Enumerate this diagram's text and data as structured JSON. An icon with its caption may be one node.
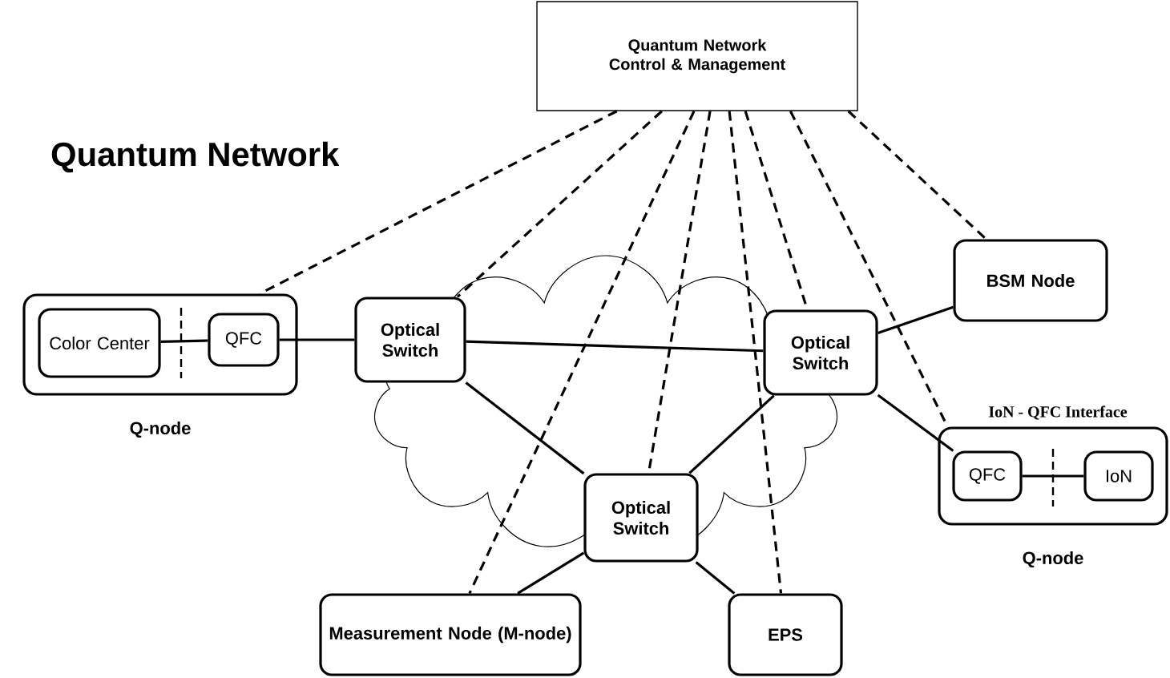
{
  "diagram": {
    "title": "Quantum Network",
    "nodes": [
      {
        "text": [
          "Quantum Network Control & Management"
        ]
      },
      {
        "text": [],
        "shape": "box",
        "beside": [
          "Q-node"
        ]
      },
      {
        "text": [
          "Color Center"
        ],
        "in": 1
      },
      {
        "text": [
          "QFC"
        ],
        "in": 1
      },
      {
        "text": [
          "Optical Switch"
        ]
      },
      {
        "text": [
          "Optical Switch"
        ]
      },
      {
        "text": [
          "Optical Switch"
        ]
      },
      {
        "text": [
          "BSM Node"
        ]
      },
      {
        "text": [
          "IoN - QFC Interface"
        ],
        "beside": [
          "Q-node"
        ]
      },
      {
        "text": [
          "QFC"
        ],
        "in": 8
      },
      {
        "text": [
          "IoN"
        ],
        "in": 8
      },
      {
        "text": [
          "Measurement Node (M-node)"
        ]
      },
      {
        "text": [
          "EPS"
        ]
      }
    ],
    "edges": [
      {
        "from": 2,
        "to": 3,
        "arrow": "none"
      },
      {
        "from": 3,
        "to": 4,
        "arrow": "none"
      },
      {
        "from": 4,
        "to": 5,
        "arrow": "none"
      },
      {
        "from": 4,
        "to": 6,
        "arrow": "none"
      },
      {
        "from": 5,
        "to": 7,
        "arrow": "none"
      },
      {
        "from": 5,
        "to": 9,
        "arrow": "none"
      },
      {
        "from": 5,
        "to": 6,
        "arrow": "none"
      },
      {
        "from": 6,
        "to": 11,
        "arrow": "none"
      },
      {
        "from": 6,
        "to": 12,
        "arrow": "none"
      },
      {
        "from": 9,
        "to": 10,
        "arrow": "none"
      },
      {
        "from": 0,
        "to": 1,
        "arrow": "none",
        "style": "dashed"
      },
      {
        "from": 0,
        "to": 4,
        "arrow": "none",
        "style": "dashed"
      },
      {
        "from": 0,
        "to": 11,
        "arrow": "none",
        "style": "dashed"
      },
      {
        "from": 0,
        "to": 6,
        "arrow": "none",
        "style": "dashed"
      },
      {
        "from": 0,
        "to": 12,
        "arrow": "none",
        "style": "dashed"
      },
      {
        "from": 0,
        "to": 5,
        "arrow": "none",
        "style": "dashed"
      },
      {
        "from": 0,
        "to": 8,
        "arrow": "none",
        "style": "dashed"
      },
      {
        "from": 0,
        "to": 7,
        "arrow": "none",
        "style": "dashed"
      }
    ]
  }
}
